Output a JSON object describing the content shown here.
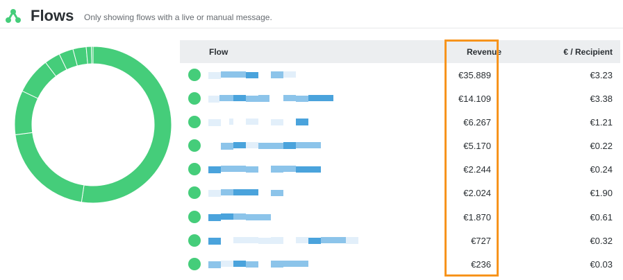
{
  "header": {
    "title": "Flows",
    "subtitle": "Only showing flows with a live or manual message.",
    "icon": "flows-logo-icon"
  },
  "colors": {
    "accent": "#45cd7a",
    "highlight": "#f7941d",
    "header_bg": "#eceef0"
  },
  "table": {
    "columns": [
      "Flow",
      "Revenue",
      "€ / Recipient"
    ],
    "rows": [
      {
        "name": "",
        "revenue": "€35.889",
        "per_recipient": "€3.23",
        "status": "live"
      },
      {
        "name": "",
        "revenue": "€14.109",
        "per_recipient": "€3.38",
        "status": "live"
      },
      {
        "name": "",
        "revenue": "€6.267",
        "per_recipient": "€1.21",
        "status": "live"
      },
      {
        "name": "",
        "revenue": "€5.170",
        "per_recipient": "€0.22",
        "status": "live"
      },
      {
        "name": "",
        "revenue": "€2.244",
        "per_recipient": "€0.24",
        "status": "live"
      },
      {
        "name": "",
        "revenue": "€2.024",
        "per_recipient": "€1.90",
        "status": "live"
      },
      {
        "name": "",
        "revenue": "€1.870",
        "per_recipient": "€0.61",
        "status": "live"
      },
      {
        "name": "",
        "revenue": "€727",
        "per_recipient": "€0.32",
        "status": "live"
      },
      {
        "name": "",
        "revenue": "€236",
        "per_recipient": "€0.03",
        "status": "live"
      }
    ]
  },
  "chart_data": {
    "type": "pie",
    "donut": true,
    "values": [
      35889,
      14109,
      6267,
      5170,
      2244,
      2024,
      1870,
      727,
      236
    ],
    "color": "#45cd7a"
  }
}
